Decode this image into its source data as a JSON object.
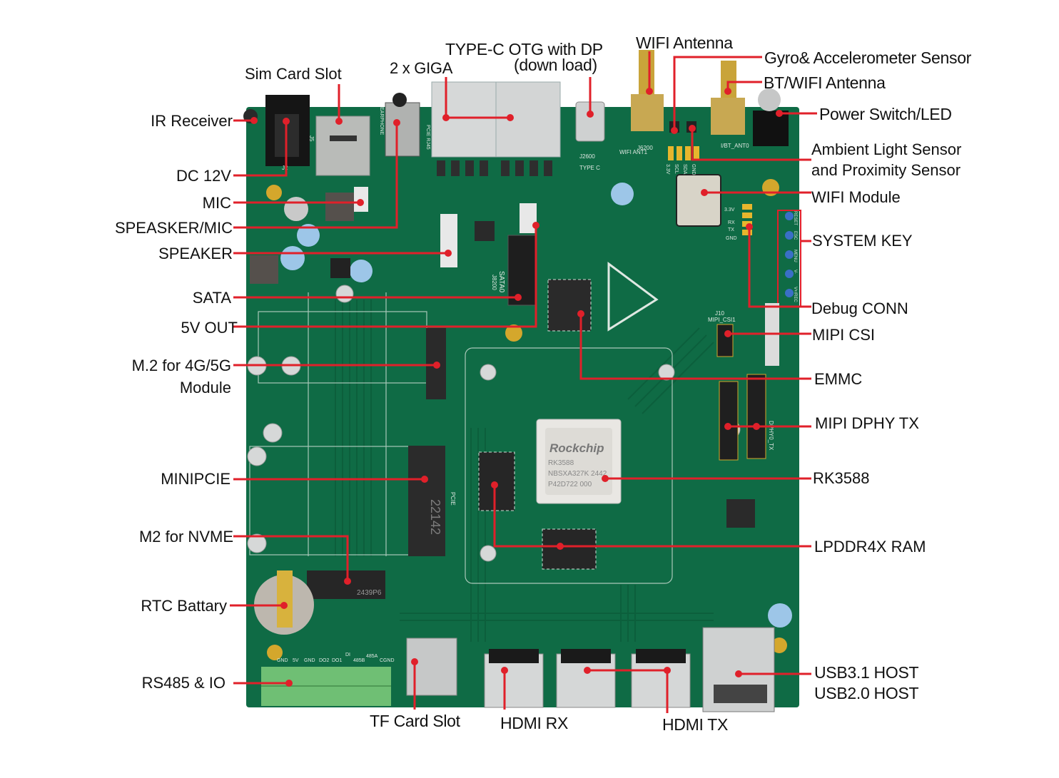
{
  "title": "RK3588 Board Interface Diagram",
  "colors": {
    "pcb": "#0f6b45",
    "pcb_dark": "#0a5436",
    "callout": "#e0202a",
    "text": "#111111",
    "silkscreen": "#dfe8e2",
    "gold": "#d4a72c",
    "metal": "#c9cdd0"
  },
  "labels": {
    "sim_card_slot": "Sim Card Slot",
    "giga": "2 x GIGA",
    "typec_line1": "TYPE-C OTG with DP",
    "typec_line2": "(down load)",
    "wifi_antenna": "WIFI Antenna",
    "gyro": "Gyro& Accelerometer Sensor",
    "bt_wifi_antenna": "BT/WIFI Antenna",
    "power_switch": "Power Switch/LED",
    "ambient_line1": "Ambient Light Sensor",
    "ambient_line2": "and Proximity Sensor",
    "wifi_module": "WIFI Module",
    "system_key": "SYSTEM KEY",
    "debug_conn": "Debug CONN",
    "mipi_csi": "MIPI CSI",
    "emmc": "EMMC",
    "mipi_dphy_tx": "MIPI DPHY TX",
    "rk3588": "RK3588",
    "lpddr4x": "LPDDR4X RAM",
    "usb_line1": "USB3.1 HOST",
    "usb_line2": "USB2.0 HOST",
    "ir_receiver": "IR Receiver",
    "dc12v": "DC 12V",
    "mic": "MIC",
    "speaker_mic": "SPEASKER/MIC",
    "speaker": "SPEAKER",
    "sata": "SATA",
    "out5v": "5V OUT",
    "m2_4g_line1": "M.2 for 4G/5G",
    "m2_4g_line2": "Module",
    "minipcie": "MINIPCIE",
    "m2_nvme": "M2 for NVME",
    "rtc_battery": "RTC Battary",
    "rs485": "RS485 & IO",
    "tf_card": "TF Card Slot",
    "hdmi_rx": "HDMI RX",
    "hdmi_tx": "HDMI TX"
  },
  "chip": {
    "brand": "Rockchip",
    "model": "RK3588",
    "line2": "NBSXA327K 2442",
    "line3": "P42D722 000"
  },
  "silkscreen": {
    "sata": "SATA0",
    "j8200": "J8200",
    "j6200": "J6200",
    "wifi_ant1": "WIFI ANT1",
    "bt_ant0": "I/BT_ANT0",
    "typec": "TYPE C",
    "j2600": "J2600",
    "j10": "J10",
    "mipi_csi1": "MIPI_CSI1",
    "dphy_tx": "DPHY0_TX",
    "pcie": "PCIE",
    "sn_chip": "2439P6",
    "minipcie_code": "22142",
    "pins": [
      "3.3V",
      "RX",
      "TX",
      "GND"
    ],
    "sensor_pins": [
      "3.3V",
      "SCL",
      "SDA",
      "GND"
    ],
    "rs485_pins": [
      "GND",
      "5V",
      "GND",
      "DO2",
      "DO1",
      "DI",
      "485B",
      "485A",
      "CGND"
    ],
    "keys": [
      "RESET",
      "ESC",
      "MENU",
      "V-",
      "V+/REC"
    ],
    "j5": "J5",
    "j2": "J2",
    "earphone": "EARPHONE",
    "pcie_rj45": "PCIE RJ45"
  }
}
